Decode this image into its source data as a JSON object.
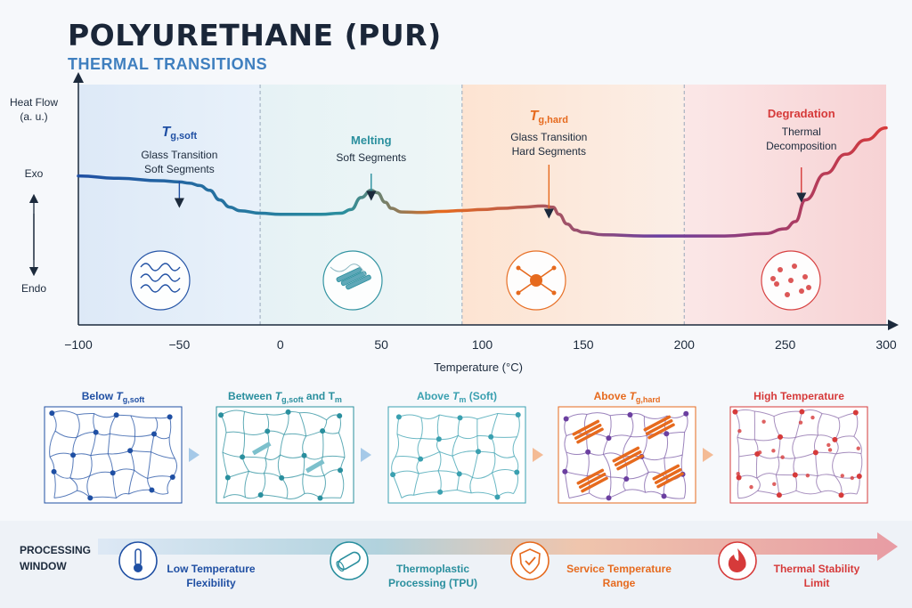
{
  "header": {
    "title": "POLYURETHANE (PUR)",
    "subtitle": "THERMAL TRANSITIONS"
  },
  "colors": {
    "soft": "#1f4fa3",
    "teal": "#2a8f9e",
    "orange": "#e66a1e",
    "red": "#d63a3a",
    "purple": "#6b3fa0"
  },
  "chart_data": {
    "type": "line",
    "ylabel": "Heat Flow (a. u.)",
    "xlabel": "Temperature (°C)",
    "xlim": [
      -100,
      300
    ],
    "xticks": [
      -100,
      -50,
      0,
      50,
      100,
      150,
      200,
      250,
      300
    ],
    "y_direction_labels": {
      "top": "Exo",
      "bottom": "Endo"
    },
    "zone_boundaries": [
      -10,
      90,
      200
    ],
    "series": [
      {
        "x": [
          -100,
          -80,
          -60,
          -50,
          -45,
          -40,
          -35,
          -30,
          -25,
          -20,
          -10,
          0,
          10,
          20,
          30,
          35,
          40,
          45,
          48,
          52,
          55,
          60,
          70,
          80,
          90,
          100,
          110,
          120,
          130,
          135,
          138,
          142,
          146,
          150,
          160,
          180,
          200,
          220,
          240,
          250,
          255,
          260,
          270,
          280,
          290,
          300
        ],
        "y": [
          0.62,
          0.61,
          0.6,
          0.595,
          0.59,
          0.58,
          0.56,
          0.52,
          0.49,
          0.475,
          0.465,
          0.46,
          0.46,
          0.46,
          0.465,
          0.48,
          0.53,
          0.56,
          0.55,
          0.51,
          0.485,
          0.47,
          0.468,
          0.472,
          0.476,
          0.48,
          0.485,
          0.49,
          0.495,
          0.49,
          0.46,
          0.42,
          0.395,
          0.385,
          0.375,
          0.37,
          0.37,
          0.37,
          0.38,
          0.4,
          0.43,
          0.52,
          0.63,
          0.71,
          0.77,
          0.82
        ]
      }
    ],
    "annotations": [
      {
        "title": "T",
        "sub": "g,soft",
        "lines": [
          "Glass Transition",
          "Soft Segments"
        ],
        "x": -50,
        "color": "#1f4fa3"
      },
      {
        "title": "Melting",
        "sub": "",
        "lines": [
          "Soft Segments"
        ],
        "x": 45,
        "color": "#2a8f9e"
      },
      {
        "title": "T",
        "sub": "g,hard",
        "lines": [
          "Glass Transition",
          "Hard Segments"
        ],
        "x": 133,
        "color": "#e66a1e"
      },
      {
        "title": "Degradation",
        "sub": "",
        "lines": [
          "Thermal",
          "Decomposition"
        ],
        "x": 258,
        "color": "#d63a3a"
      }
    ]
  },
  "states": [
    {
      "pre": "Below ",
      "sym": "T",
      "sub": "g,soft",
      "post": "",
      "color": "#1f4fa3"
    },
    {
      "pre": "Between ",
      "sym": "T",
      "sub": "g,soft",
      "post": " and T",
      "post_sub": "m",
      "color": "#2a8f9e"
    },
    {
      "pre": "Above ",
      "sym": "T",
      "sub": "m",
      "post": " (Soft)",
      "color": "#3aa0b0"
    },
    {
      "pre": "Above ",
      "sym": "T",
      "sub": "g,hard",
      "post": "",
      "color": "#e66a1e"
    },
    {
      "pre": "High Temperature",
      "sym": "",
      "sub": "",
      "post": "",
      "color": "#d63a3a"
    }
  ],
  "processing": {
    "label_line1": "PROCESSING",
    "label_line2": "WINDOW",
    "items": [
      {
        "line1": "Low Temperature",
        "line2": "Flexibility",
        "icon": "thermometer-icon",
        "color": "#1f4fa3"
      },
      {
        "line1": "Thermoplastic",
        "line2": "Processing (TPU)",
        "icon": "pellet-icon",
        "color": "#2a8f9e"
      },
      {
        "line1": "Service Temperature",
        "line2": "Range",
        "icon": "shield-check-icon",
        "color": "#e66a1e"
      },
      {
        "line1": "Thermal Stability",
        "line2": "Limit",
        "icon": "flame-icon",
        "color": "#d63a3a"
      }
    ]
  }
}
